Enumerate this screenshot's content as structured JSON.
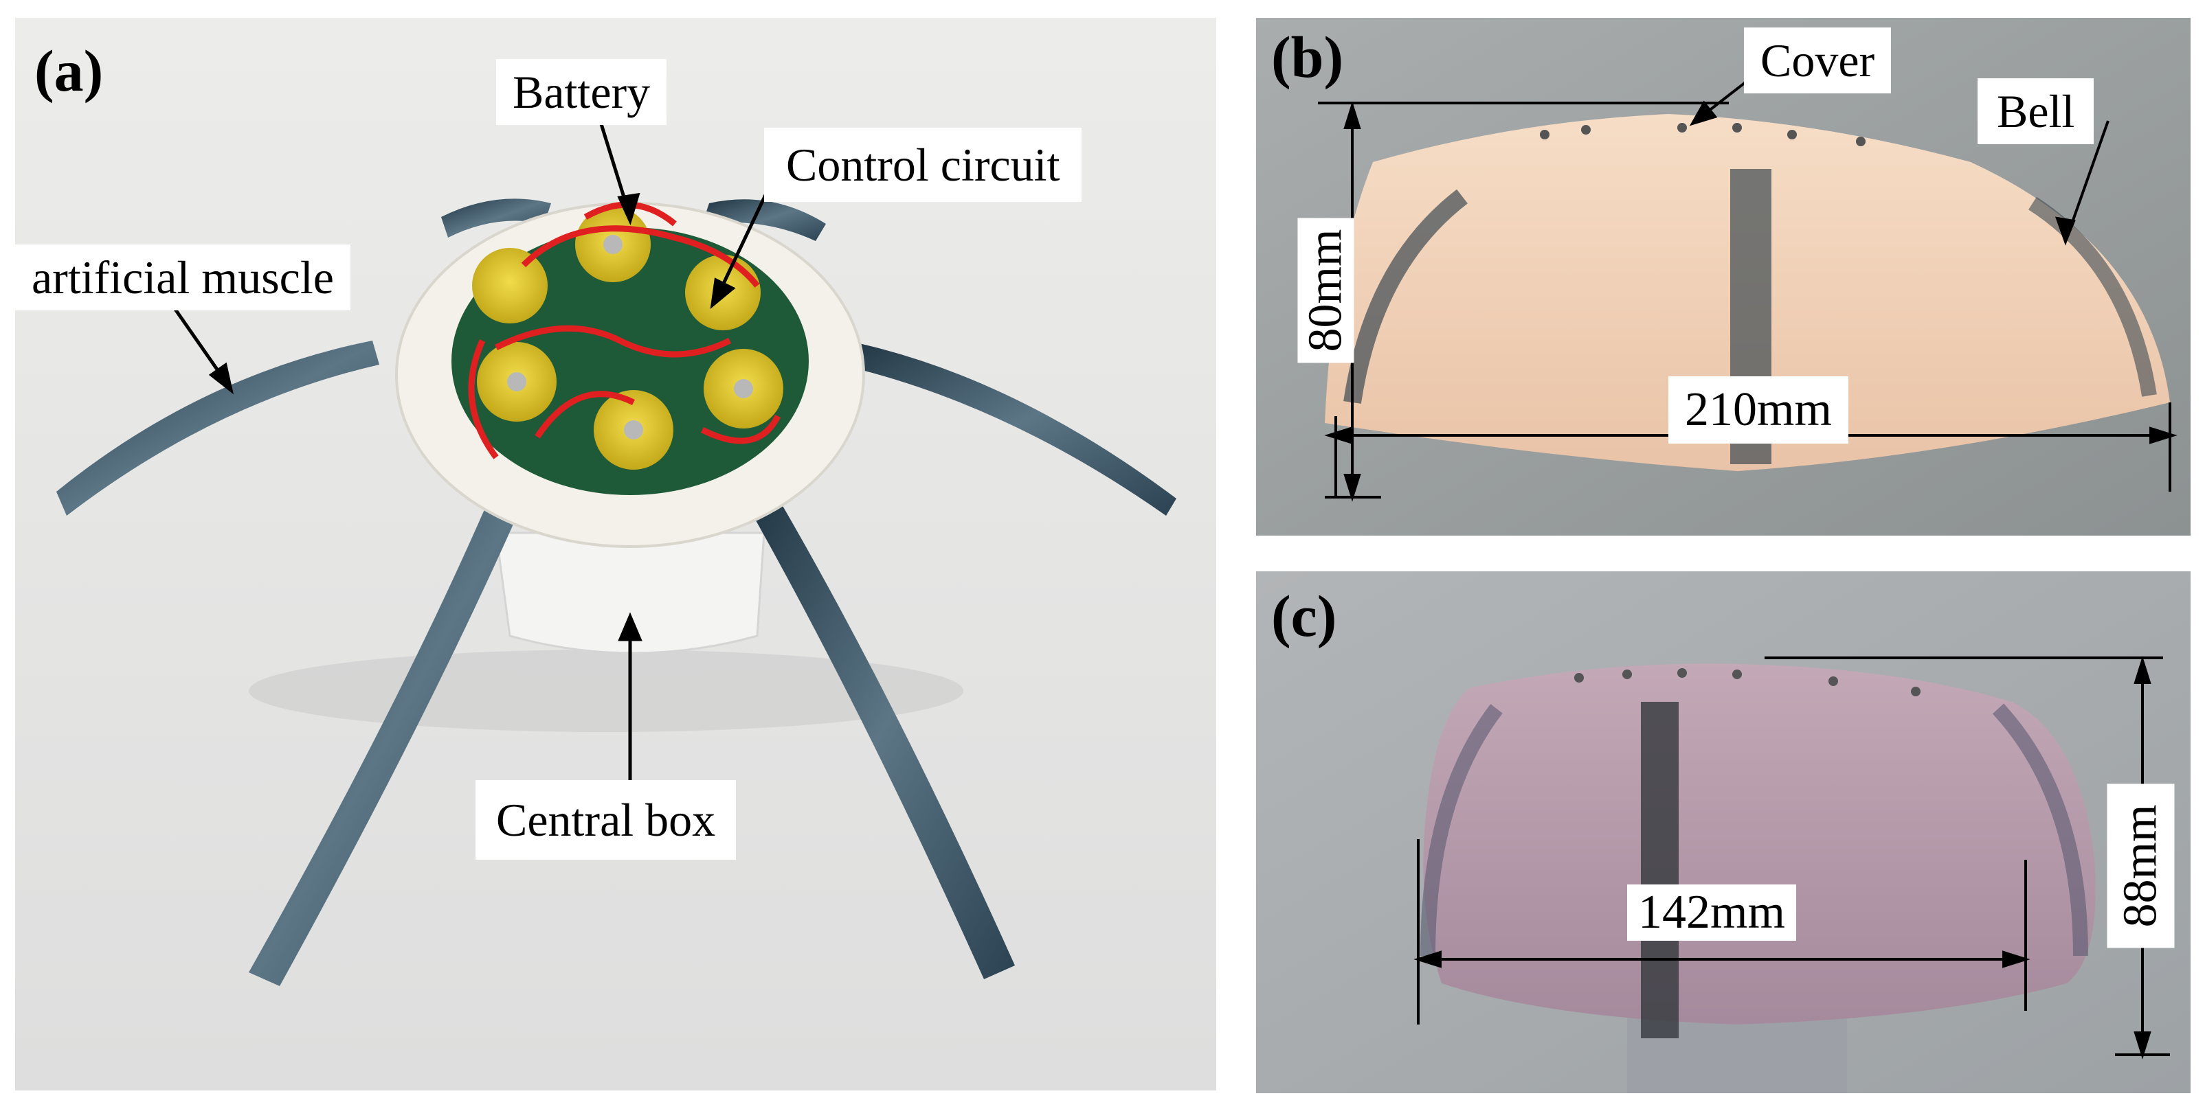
{
  "panels": {
    "a": {
      "letter": "(a)",
      "labels": {
        "battery": "Battery",
        "control_circuit": "Control circuit",
        "artificial_muscle": "artificial muscle",
        "central_box": "Central box"
      }
    },
    "b": {
      "letter": "(b)",
      "labels": {
        "cover": "Cover",
        "bell": "Bell"
      },
      "dimensions": {
        "height": "80mm",
        "width": "210mm"
      }
    },
    "c": {
      "letter": "(c)",
      "dimensions": {
        "width": "142mm",
        "height": "88mm"
      }
    }
  },
  "colors": {
    "background_a": "#e4e4e2",
    "background_b": "#9a9f9f",
    "background_c": "#a8acaf",
    "bell_b": "#efcfb6",
    "bell_c": "#b79dad",
    "battery_yellow": "#e2c820",
    "wire_red": "#e02020",
    "ring_white": "#f3f1ea",
    "muscle_metal": "#3c5566"
  }
}
